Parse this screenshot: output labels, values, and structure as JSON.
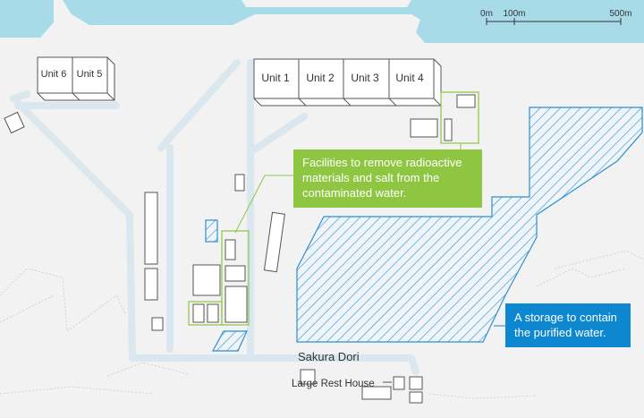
{
  "scale_bar": {
    "labels": [
      "0m",
      "100m",
      "500m"
    ]
  },
  "units": {
    "west": [
      "Unit 6",
      "Unit 5"
    ],
    "east": [
      "Unit 1",
      "Unit 2",
      "Unit 3",
      "Unit 4"
    ]
  },
  "roads": {
    "main": "Sakura Dori"
  },
  "buildings": {
    "rest_house": "Large Rest House"
  },
  "callouts": {
    "treatment": {
      "lines": [
        "Facilities to remove radioactive",
        "materials and salt from the",
        "contaminated water."
      ],
      "color": "#8ec641"
    },
    "storage": {
      "lines": [
        "A storage to contain",
        "the purified water."
      ],
      "color": "#0d87cf"
    }
  },
  "colors": {
    "sea": "#a8dbe8",
    "ground": "#f1f2f1",
    "hatch": "#2e8fd0"
  }
}
